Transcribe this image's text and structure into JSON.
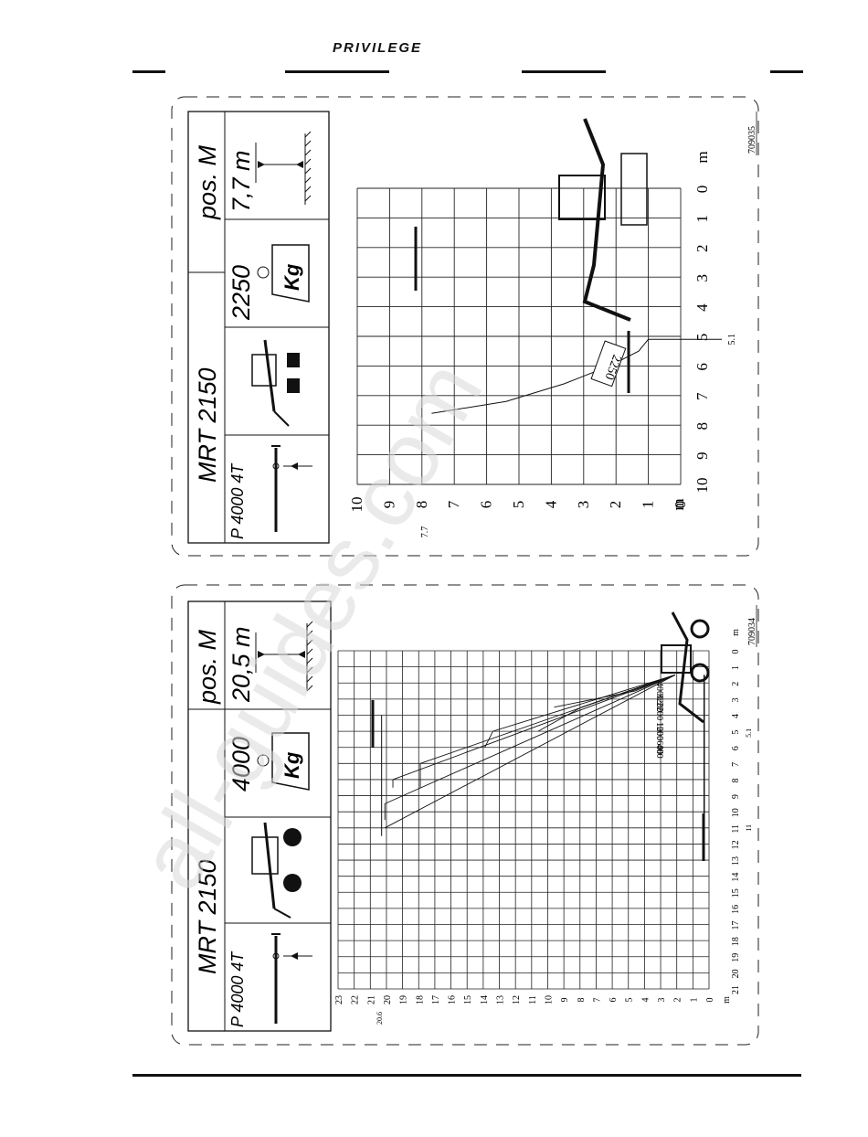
{
  "header": {
    "brand": "PRIVILEGE"
  },
  "watermark": "all-guides.com",
  "charts": [
    {
      "id": "709035",
      "model": "MRT 2150",
      "attachment": "P 4000 4T",
      "capacity": "2250",
      "capacity_unit": "Kg",
      "position": "pos. M",
      "max_height_label": "7,7 m",
      "chart_data": {
        "type": "line",
        "title": "",
        "xlabel": "m",
        "ylabel": "m",
        "xlim": [
          10,
          0
        ],
        "ylim": [
          0,
          10
        ],
        "x_ticks": [
          "10",
          "9",
          "8",
          "7",
          "6",
          "5",
          "4",
          "3",
          "2",
          "1",
          "0"
        ],
        "y_ticks": [
          "10",
          "9",
          "8",
          "7",
          "6",
          "5",
          "4",
          "3",
          "2",
          "1",
          "0"
        ],
        "annotations": [
          "7.7",
          "5.1"
        ],
        "series": [
          {
            "name": "2250",
            "x": [
              7.6,
              7.2,
              6.6,
              6.0,
              5.5,
              5.1
            ],
            "y": [
              7.7,
              5.4,
              3.6,
              2.2,
              1.3,
              1.0
            ]
          }
        ]
      }
    },
    {
      "id": "709034",
      "model": "MRT 2150",
      "attachment": "P 4000 4T",
      "capacity": "4000",
      "capacity_unit": "Kg",
      "position": "pos. M",
      "max_height_label": "20,5 m",
      "chart_data": {
        "type": "line",
        "title": "",
        "xlabel": "m",
        "ylabel": "m",
        "xlim": [
          0,
          21
        ],
        "ylim": [
          0,
          23
        ],
        "x_ticks": [
          "0",
          "1",
          "2",
          "3",
          "4",
          "5",
          "6",
          "7",
          "8",
          "9",
          "10",
          "11",
          "12",
          "13",
          "14",
          "15",
          "16",
          "17",
          "18",
          "19",
          "20",
          "21"
        ],
        "y_ticks": [
          "23",
          "22",
          "21",
          "20",
          "19",
          "18",
          "17",
          "16",
          "15",
          "14",
          "13",
          "12",
          "11",
          "10",
          "9",
          "8",
          "7",
          "6",
          "5",
          "4",
          "3",
          "2",
          "1",
          "0"
        ],
        "annotations": [
          "20.6",
          "5.1",
          "11"
        ],
        "series": [
          {
            "name": "4000",
            "x": [
              1.5,
              2.5,
              3.5
            ],
            "y": [
              2.1,
              4.6,
              9.6
            ]
          },
          {
            "name": "3200",
            "x": [
              1.5,
              3.5,
              5.0
            ],
            "y": [
              2.1,
              7.9,
              10.6
            ]
          },
          {
            "name": "2200",
            "x": [
              1.5,
              5.0,
              6.0
            ],
            "y": [
              2.1,
              13.4,
              13.9
            ]
          },
          {
            "name": "1200",
            "x": [
              1.5,
              7.0,
              8.5
            ],
            "y": [
              2.1,
              17.9,
              17.9
            ]
          },
          {
            "name": "1000",
            "x": [
              1.5,
              8.0,
              8.5
            ],
            "y": [
              2.1,
              19.6,
              19.6
            ]
          },
          {
            "name": "600",
            "x": [
              1.5,
              9.5,
              10.5
            ],
            "y": [
              2.1,
              20.1,
              20.1
            ]
          },
          {
            "name": "400",
            "x": [
              1.5,
              11.0
            ],
            "y": [
              2.1,
              20.1
            ]
          }
        ]
      }
    }
  ]
}
